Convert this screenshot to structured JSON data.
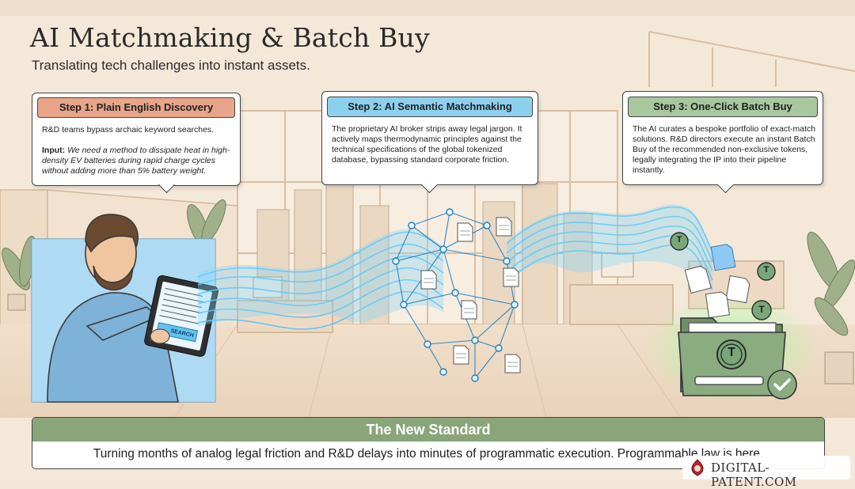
{
  "header": {
    "title": "AI Matchmaking & Batch Buy",
    "subtitle": "Translating tech challenges into instant assets."
  },
  "steps": [
    {
      "title": "Step 1: Plain English Discovery",
      "text": "R&D teams bypass archaic keyword searches.",
      "input_label": "Input:",
      "input_text": "We need a method to dissipate heat in high-density EV batteries during rapid charge cycles without adding more than 5% battery weight.",
      "color": "#e8a58a"
    },
    {
      "title": "Step 2: AI Semantic Matchmaking",
      "text": "The proprietary AI broker strips away legal jargon. It actively maps thermodynamic principles against the technical specifications of the global tokenized database, bypassing standard corporate friction.",
      "color": "#8dd0ee"
    },
    {
      "title": "Step 3: One-Click Batch Buy",
      "text": "The AI curates a bespoke portfolio of exact-match solutions. R&D directors execute an instant Batch Buy of the recommended non-exclusive tokens, legally integrating the IP into their pipeline instantly.",
      "color": "#a8c79f"
    }
  ],
  "tablet": {
    "button_label": "SEARCH"
  },
  "token": {
    "symbol": "T"
  },
  "banner": {
    "title": "The New Standard",
    "text": "Turning months of analog legal friction and R&D delays into minutes of programmatic execution. Programmable law is here.",
    "color": "#8aa57a"
  },
  "watermark": {
    "text": "DIGITAL-PATENT.COM"
  },
  "icons": [
    "document-icon",
    "token-icon",
    "checkmark-icon",
    "folder-icon",
    "seal-icon"
  ]
}
